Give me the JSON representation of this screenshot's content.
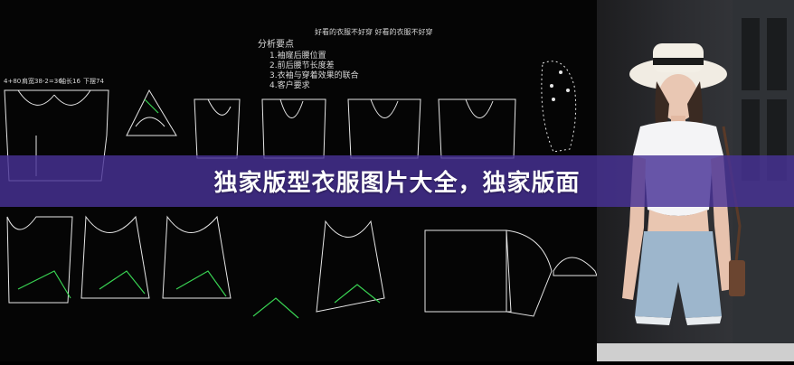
{
  "banner": {
    "title": "独家版型衣服图片大全，独家版面"
  },
  "cad": {
    "heading": "好看的衣服不好穿 好看的衣服不好穿",
    "analysis_title": "分析要点",
    "analysis_points": [
      "1.袖窿后腰位置",
      "2.前后腰节长度差",
      "3.衣袖与穿着效果的联合",
      "4.客户要求"
    ],
    "dims": [
      "4+80",
      "肩宽38-2=36",
      "袖长16",
      "下摆74"
    ]
  },
  "colors": {
    "banner": "#4a3296",
    "line": "#e8e8e8",
    "accent": "#39d353"
  }
}
